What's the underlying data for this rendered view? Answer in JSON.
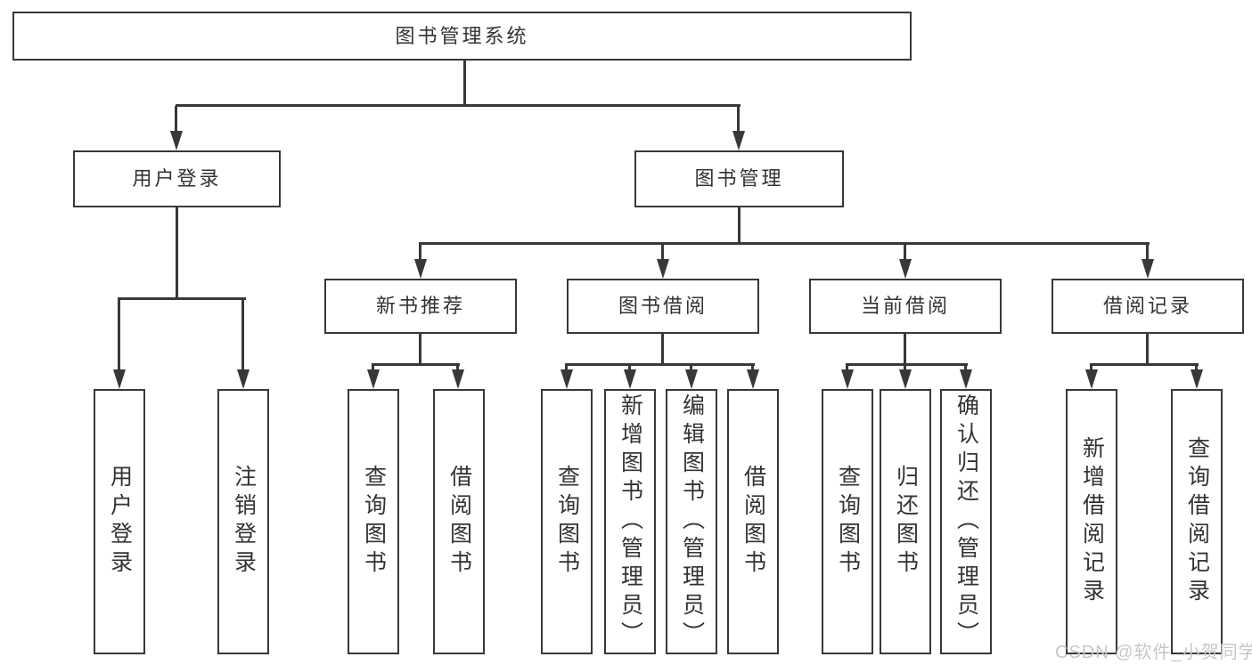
{
  "nodes": {
    "root": "图书管理系统",
    "user_login": "用户登录",
    "book_management": "图书管理",
    "new_book_recommend": "新书推荐",
    "book_borrow": "图书借阅",
    "current_borrow": "当前借阅",
    "borrow_records": "借阅记录",
    "leaf_user_login": "用户登录",
    "leaf_logout": "注销登录",
    "leaf_nbr_query": "查询图书",
    "leaf_nbr_borrow": "借阅图书",
    "leaf_bb_query": "查询图书",
    "leaf_bb_add": "新增图书（管理员）",
    "leaf_bb_edit": "编辑图书（管理员）",
    "leaf_bb_borrow": "借阅图书",
    "leaf_cb_query": "查询图书",
    "leaf_cb_return": "归还图书",
    "leaf_cb_confirm": "确认归还（管理员）",
    "leaf_br_add": "新增借阅记录",
    "leaf_br_query": "查询借阅记录"
  },
  "watermark": {
    "text": "CSDN @软件_小贺同学"
  },
  "colors": {
    "line": "#383838",
    "text": "#333333",
    "background": "#ffffff",
    "watermark": "#c9c6c6"
  }
}
